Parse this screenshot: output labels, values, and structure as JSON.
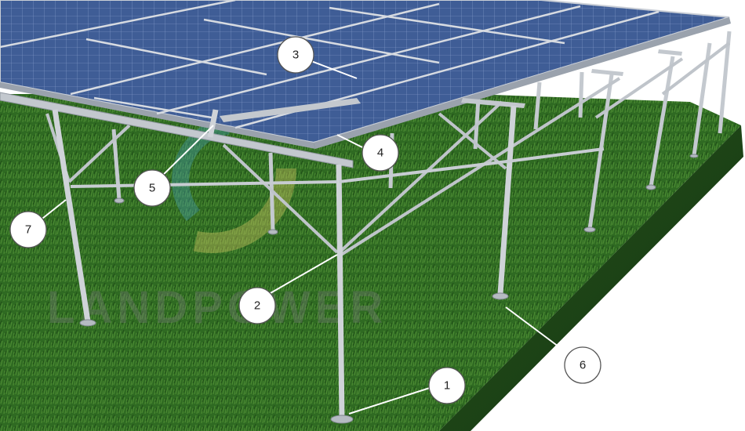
{
  "watermark": {
    "text": "LANDPOWER"
  },
  "callouts": [
    {
      "label": "1"
    },
    {
      "label": "2"
    },
    {
      "label": "3"
    },
    {
      "label": "4"
    },
    {
      "label": "5"
    },
    {
      "label": "6"
    },
    {
      "label": "7"
    }
  ],
  "colors": {
    "grass": "#2f6a22",
    "grass_dark": "#1e4a16",
    "panel": "#3d5a92",
    "frame": "#b9bfc6",
    "callout_fill": "#ffffff",
    "callout_stroke": "#555555"
  }
}
